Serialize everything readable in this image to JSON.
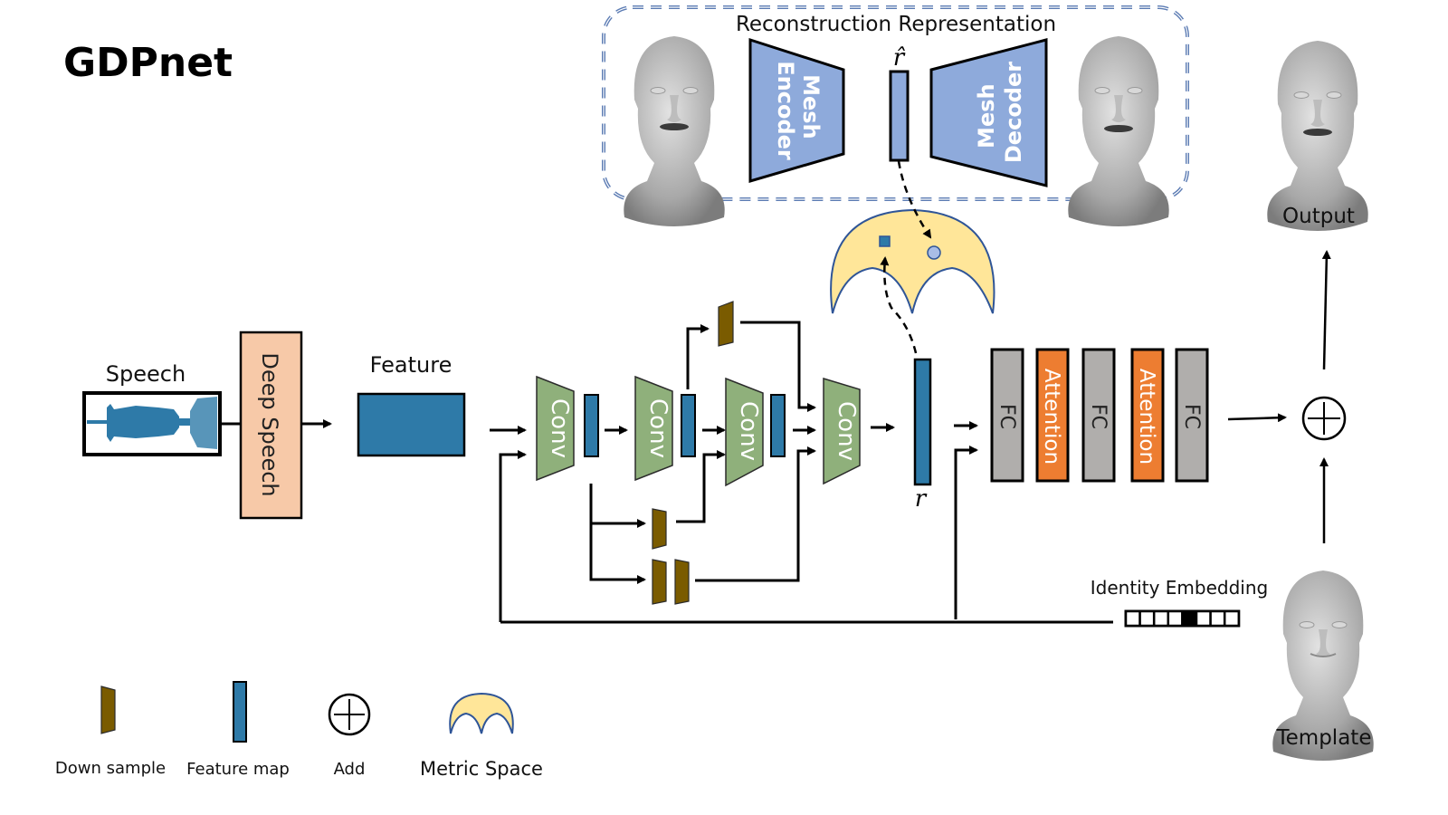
{
  "title": "GDPnet",
  "reconstruction": {
    "label": "Reconstruction Representation",
    "encoder_label": [
      "Mesh",
      "Encoder"
    ],
    "decoder_label": [
      "Mesh",
      "Decoder"
    ],
    "latent_label": "r̂"
  },
  "input": {
    "speech_label": "Speech",
    "deepspeech_label": "Deep Speech",
    "feature_label": "Feature"
  },
  "conv_blocks": [
    "Conv",
    "Conv",
    "Conv",
    "Conv"
  ],
  "latent_r_label": "r",
  "decoder_stack": [
    "FC",
    "Attention",
    "FC",
    "Attention",
    "FC"
  ],
  "identity": {
    "label": "Identity Embedding",
    "cells": [
      0,
      0,
      0,
      0,
      1,
      0,
      0,
      0
    ]
  },
  "output_label": "Output",
  "template_label": "Template",
  "legend": [
    {
      "key": "downsample",
      "label": "Down sample"
    },
    {
      "key": "featuremap",
      "label": "Feature map"
    },
    {
      "key": "add",
      "label": "Add"
    },
    {
      "key": "metric",
      "label": "Metric Space"
    }
  ],
  "colors": {
    "conv": "#8fb07b",
    "featuremap": "#2e7aa8",
    "downsample": "#7a5b00",
    "deepspeech": "#f7c9a8",
    "mesh": "#8eaadb",
    "fc": "#b0aeac",
    "attention": "#ed7d31",
    "metric": "#ffe699",
    "metric_stroke": "#2f5597",
    "dash_box": "#5b7bb3"
  }
}
